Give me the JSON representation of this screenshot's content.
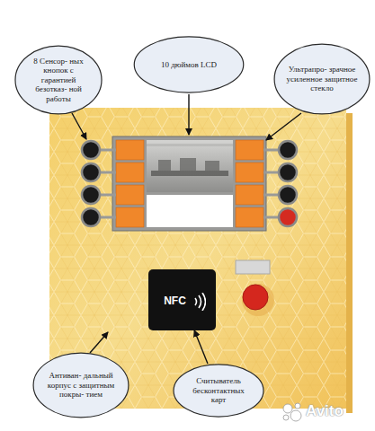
{
  "diagram": {
    "nodes": [
      {
        "text": [
          "8 Сенсор- ных кнопок с гарантией безотказ- ной работы"
        ]
      },
      {
        "text": [
          "10 дюймов LCD"
        ]
      },
      {
        "text": [
          "Ультрапро- зрачное усиленное защитное стекло"
        ]
      },
      {
        "text": [
          "NFC"
        ]
      },
      {
        "text": [
          "Антиван- дальный корпус с защитным покры- тием"
        ]
      },
      {
        "text": [
          "Считыватель бесконтактных карт"
        ]
      }
    ],
    "edges": [
      {
        "from": 5,
        "to": 3,
        "arrow": "to"
      }
    ],
    "labels": [
      "Avito"
    ]
  }
}
